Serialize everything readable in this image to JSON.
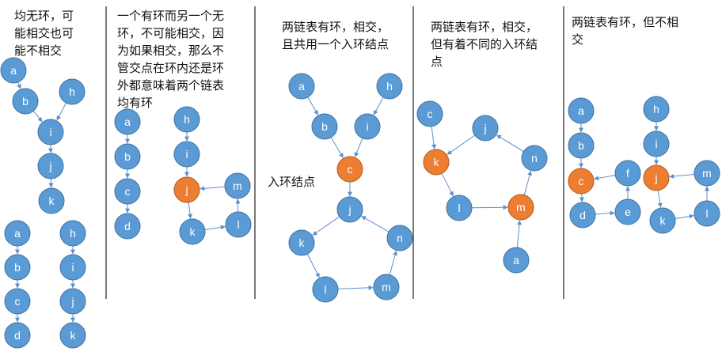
{
  "colors": {
    "node_fill": "#5b9bd5",
    "node_stroke": "#41719c",
    "highlight_fill": "#ed7d31",
    "highlight_stroke": "#ae5a21",
    "edge": "#5b8fd0",
    "text": "#111111",
    "divider": "#222222"
  },
  "panels": [
    {
      "id": "p1",
      "caption": [
        "均无环，可",
        "能相交也可",
        "能不相交"
      ],
      "nodes": [
        {
          "id": "p1a",
          "label": "a"
        },
        {
          "id": "p1b",
          "label": "b"
        },
        {
          "id": "p1h",
          "label": "h"
        },
        {
          "id": "p1i",
          "label": "i"
        },
        {
          "id": "p1j",
          "label": "j"
        },
        {
          "id": "p1k",
          "label": "k"
        },
        {
          "id": "p1a2",
          "label": "a"
        },
        {
          "id": "p1b2",
          "label": "b"
        },
        {
          "id": "p1c2",
          "label": "c"
        },
        {
          "id": "p1d2",
          "label": "d"
        },
        {
          "id": "p1h2",
          "label": "h"
        },
        {
          "id": "p1i2",
          "label": "i"
        },
        {
          "id": "p1j2",
          "label": "j"
        },
        {
          "id": "p1k2",
          "label": "k"
        }
      ]
    },
    {
      "id": "p2",
      "caption": [
        "一个有环而另一个无",
        "环，不可能相交，因",
        "为如果相交，那么不",
        "管交点在环内还是环",
        "外都意味着两个链表",
        "均有环"
      ],
      "nodes": [
        {
          "id": "p2a",
          "label": "a"
        },
        {
          "id": "p2b",
          "label": "b"
        },
        {
          "id": "p2c",
          "label": "c"
        },
        {
          "id": "p2d",
          "label": "d"
        },
        {
          "id": "p2h",
          "label": "h"
        },
        {
          "id": "p2i",
          "label": "i"
        },
        {
          "id": "p2j",
          "label": "j",
          "highlight": true
        },
        {
          "id": "p2m",
          "label": "m"
        },
        {
          "id": "p2k",
          "label": "k"
        },
        {
          "id": "p2l",
          "label": "l"
        }
      ]
    },
    {
      "id": "p3",
      "caption": [
        "两链表有环，相交，",
        "且共用一个入环结点"
      ],
      "annotation": "入环结点",
      "nodes": [
        {
          "id": "p3a",
          "label": "a"
        },
        {
          "id": "p3h",
          "label": "h"
        },
        {
          "id": "p3b",
          "label": "b"
        },
        {
          "id": "p3i",
          "label": "i"
        },
        {
          "id": "p3c",
          "label": "c",
          "highlight": true
        },
        {
          "id": "p3j",
          "label": "j"
        },
        {
          "id": "p3k",
          "label": "k"
        },
        {
          "id": "p3n",
          "label": "n"
        },
        {
          "id": "p3l",
          "label": "l"
        },
        {
          "id": "p3m",
          "label": "m"
        }
      ]
    },
    {
      "id": "p4",
      "caption": [
        "两链表有环，相交，",
        "但有着不同的入环结",
        "点"
      ],
      "nodes": [
        {
          "id": "p4c",
          "label": "c"
        },
        {
          "id": "p4j",
          "label": "j"
        },
        {
          "id": "p4k",
          "label": "k",
          "highlight": true
        },
        {
          "id": "p4n",
          "label": "n"
        },
        {
          "id": "p4l",
          "label": "l"
        },
        {
          "id": "p4m",
          "label": "m",
          "highlight": true
        },
        {
          "id": "p4a",
          "label": "a"
        }
      ]
    },
    {
      "id": "p5",
      "caption": [
        "两链表有环，但不相",
        "交"
      ],
      "nodes": [
        {
          "id": "p5a",
          "label": "a"
        },
        {
          "id": "p5b",
          "label": "b"
        },
        {
          "id": "p5c",
          "label": "c",
          "highlight": true
        },
        {
          "id": "p5d",
          "label": "d"
        },
        {
          "id": "p5e",
          "label": "e"
        },
        {
          "id": "p5f",
          "label": "f"
        },
        {
          "id": "p5h",
          "label": "h"
        },
        {
          "id": "p5i",
          "label": "i"
        },
        {
          "id": "p5j",
          "label": "j",
          "highlight": true
        },
        {
          "id": "p5k",
          "label": "k"
        },
        {
          "id": "p5l",
          "label": "l"
        },
        {
          "id": "p5m",
          "label": "m"
        }
      ]
    }
  ],
  "edges": [
    [
      "p1a",
      "p1b"
    ],
    [
      "p1b",
      "p1i"
    ],
    [
      "p1h",
      "p1i"
    ],
    [
      "p1i",
      "p1j"
    ],
    [
      "p1j",
      "p1k"
    ],
    [
      "p1a2",
      "p1b2"
    ],
    [
      "p1b2",
      "p1c2"
    ],
    [
      "p1c2",
      "p1d2"
    ],
    [
      "p1h2",
      "p1i2"
    ],
    [
      "p1i2",
      "p1j2"
    ],
    [
      "p1j2",
      "p1k2"
    ],
    [
      "p2a",
      "p2b"
    ],
    [
      "p2b",
      "p2c"
    ],
    [
      "p2c",
      "p2d"
    ],
    [
      "p2h",
      "p2i"
    ],
    [
      "p2i",
      "p2j"
    ],
    [
      "p2j",
      "p2k"
    ],
    [
      "p2k",
      "p2l"
    ],
    [
      "p2l",
      "p2m"
    ],
    [
      "p2m",
      "p2j"
    ],
    [
      "p3a",
      "p3b"
    ],
    [
      "p3b",
      "p3c"
    ],
    [
      "p3h",
      "p3i"
    ],
    [
      "p3i",
      "p3c"
    ],
    [
      "p3c",
      "p3j"
    ],
    [
      "p3j",
      "p3k"
    ],
    [
      "p3k",
      "p3l"
    ],
    [
      "p3l",
      "p3m"
    ],
    [
      "p3m",
      "p3n"
    ],
    [
      "p3n",
      "p3j"
    ],
    [
      "p4c",
      "p4k"
    ],
    [
      "p4k",
      "p4l"
    ],
    [
      "p4l",
      "p4m"
    ],
    [
      "p4m",
      "p4n"
    ],
    [
      "p4n",
      "p4j"
    ],
    [
      "p4j",
      "p4k"
    ],
    [
      "p4a",
      "p4m"
    ],
    [
      "p5a",
      "p5b"
    ],
    [
      "p5b",
      "p5c"
    ],
    [
      "p5c",
      "p5d"
    ],
    [
      "p5d",
      "p5e"
    ],
    [
      "p5e",
      "p5f"
    ],
    [
      "p5f",
      "p5c"
    ],
    [
      "p5h",
      "p5i"
    ],
    [
      "p5i",
      "p5j"
    ],
    [
      "p5j",
      "p5k"
    ],
    [
      "p5k",
      "p5l"
    ],
    [
      "p5l",
      "p5m"
    ],
    [
      "p5m",
      "p5j"
    ]
  ]
}
